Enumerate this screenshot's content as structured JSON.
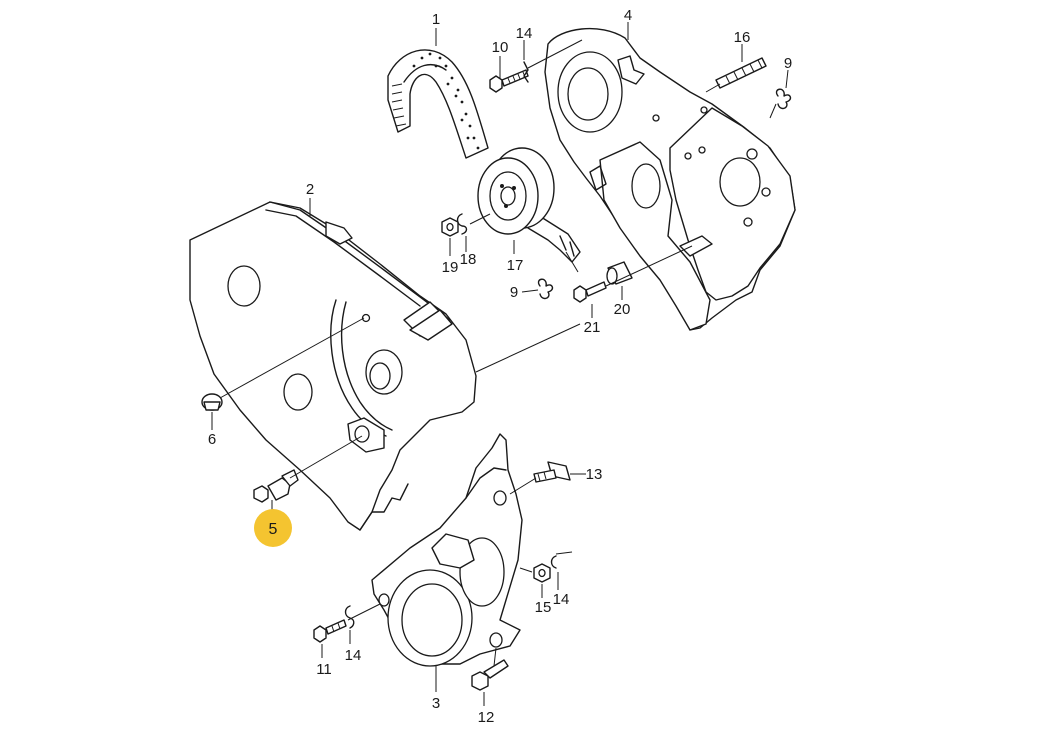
{
  "diagram": {
    "highlight_color": "#f4c430",
    "highlighted_callout": "5",
    "callouts": [
      {
        "id": "c1",
        "text": "1"
      },
      {
        "id": "c2",
        "text": "2"
      },
      {
        "id": "c3",
        "text": "3"
      },
      {
        "id": "c4",
        "text": "4"
      },
      {
        "id": "c5",
        "text": "5"
      },
      {
        "id": "c6",
        "text": "6"
      },
      {
        "id": "c9a",
        "text": "9"
      },
      {
        "id": "c9b",
        "text": "9"
      },
      {
        "id": "c10",
        "text": "10"
      },
      {
        "id": "c11",
        "text": "11"
      },
      {
        "id": "c12",
        "text": "12"
      },
      {
        "id": "c13",
        "text": "13"
      },
      {
        "id": "c14a",
        "text": "14"
      },
      {
        "id": "c14b",
        "text": "14"
      },
      {
        "id": "c14c",
        "text": "14"
      },
      {
        "id": "c15",
        "text": "15"
      },
      {
        "id": "c16",
        "text": "16"
      },
      {
        "id": "c17",
        "text": "17"
      },
      {
        "id": "c18",
        "text": "18"
      },
      {
        "id": "c19",
        "text": "19"
      },
      {
        "id": "c20",
        "text": "20"
      },
      {
        "id": "c21",
        "text": "21"
      }
    ]
  }
}
